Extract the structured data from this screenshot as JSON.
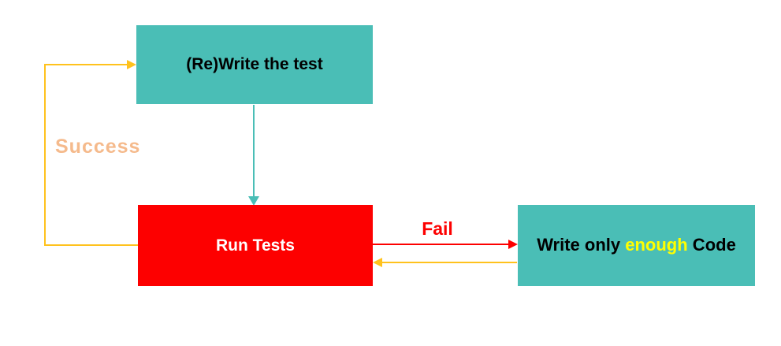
{
  "nodes": {
    "write_test": {
      "label": "(Re)Write the test"
    },
    "run_tests": {
      "label": "Run Tests"
    },
    "write_code": {
      "pre": "Write only ",
      "highlight": "enough",
      "post": " Code"
    }
  },
  "edges": {
    "success_label": "Success",
    "fail_label": "Fail"
  },
  "colors": {
    "teal": "#4abeb6",
    "red": "#fd0000",
    "gold": "#ffc21d",
    "peach": "#f5ba8c",
    "highlight-yellow": "#ffff00"
  }
}
